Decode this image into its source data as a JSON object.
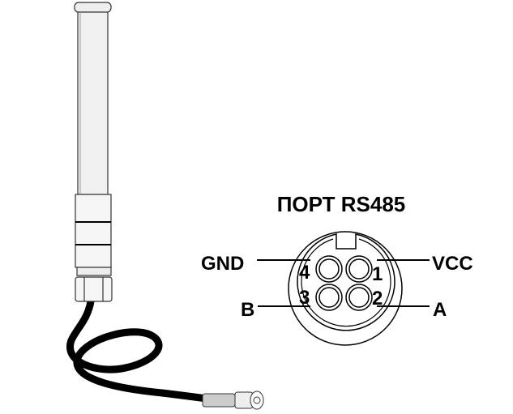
{
  "title": "ПОРТ RS485",
  "pins": [
    {
      "number": "1",
      "signal": "VCC"
    },
    {
      "number": "2",
      "signal": "A"
    },
    {
      "number": "3",
      "signal": "B"
    },
    {
      "number": "4",
      "signal": "GND"
    }
  ]
}
